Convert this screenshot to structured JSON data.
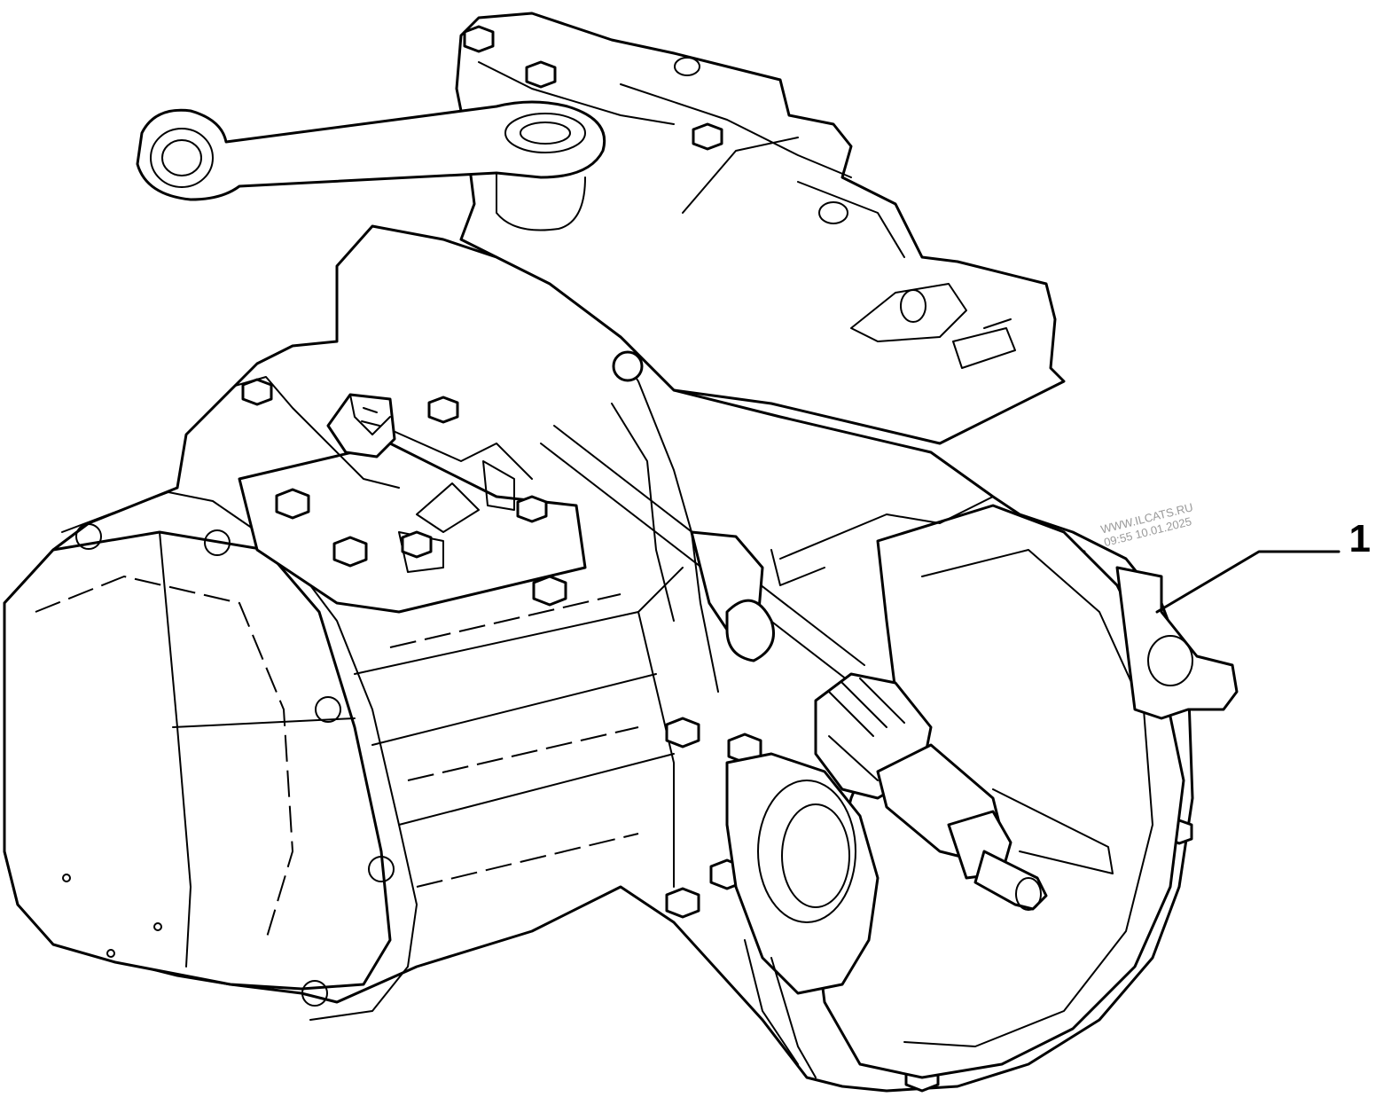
{
  "callout": {
    "number": "1"
  },
  "watermark": {
    "line1": "WWW.ILCATS.RU",
    "line2": "09:55 10.01.2025"
  }
}
